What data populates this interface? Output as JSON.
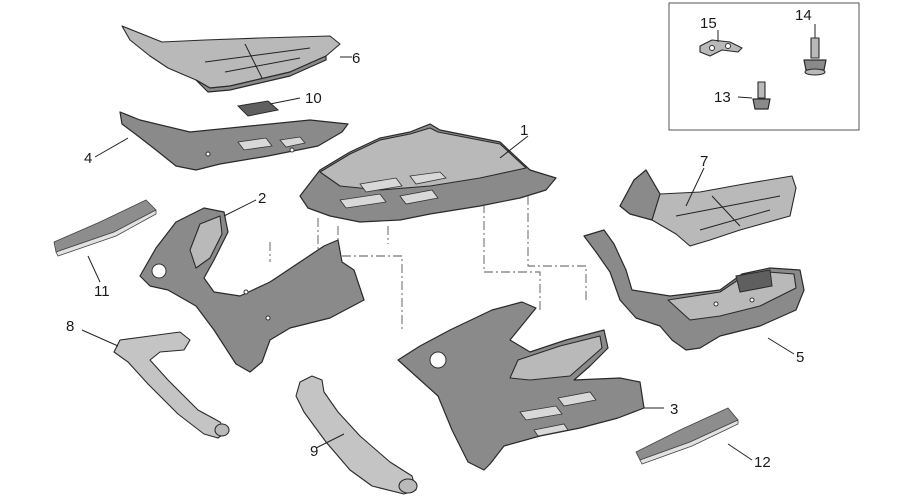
{
  "callouts": [
    {
      "id": "1",
      "label": "1"
    },
    {
      "id": "2",
      "label": "2"
    },
    {
      "id": "3",
      "label": "3"
    },
    {
      "id": "4",
      "label": "4"
    },
    {
      "id": "5",
      "label": "5"
    },
    {
      "id": "6",
      "label": "6"
    },
    {
      "id": "7",
      "label": "7"
    },
    {
      "id": "8",
      "label": "8"
    },
    {
      "id": "9",
      "label": "9"
    },
    {
      "id": "10",
      "label": "10"
    },
    {
      "id": "11",
      "label": "11"
    },
    {
      "id": "12",
      "label": "12"
    },
    {
      "id": "13",
      "label": "13"
    },
    {
      "id": "14",
      "label": "14"
    },
    {
      "id": "15",
      "label": "15"
    }
  ],
  "colors": {
    "part_fill": "#8a8a8a",
    "part_light": "#b9b9b9",
    "outline": "#2a2a2a",
    "background": "#ffffff"
  }
}
